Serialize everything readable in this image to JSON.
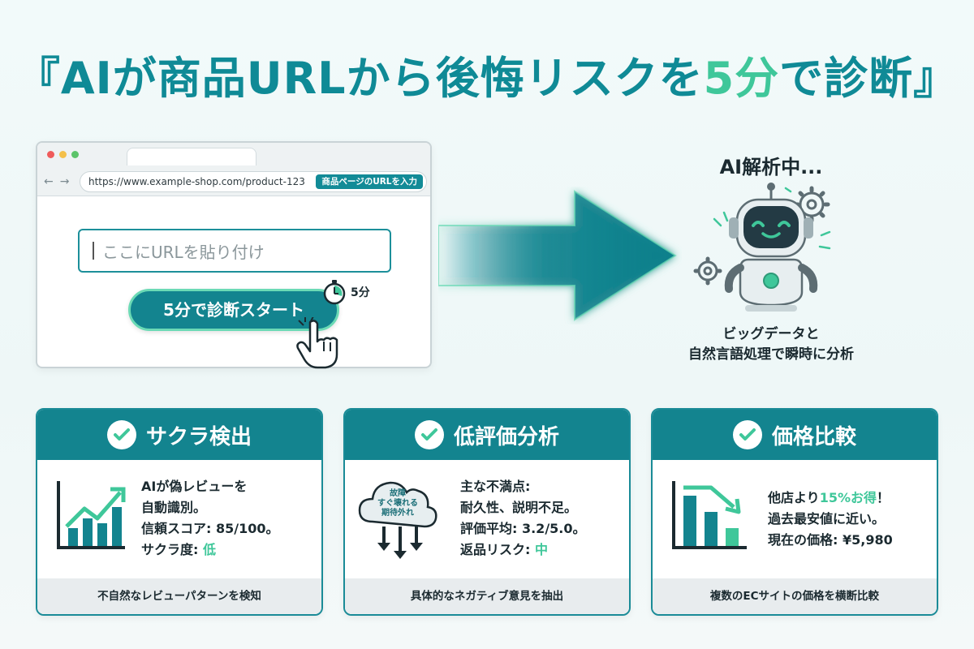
{
  "headline": {
    "prefix": "『AIが商品URLから後悔リスクを",
    "accent": "5分",
    "suffix": "で診断』"
  },
  "browser": {
    "url": "https://www.example-shop.com/product-123",
    "url_hint": "商品ページのURLを入力",
    "input_placeholder": "ここにURLを貼り付け",
    "start_button": "5分で診断スタート",
    "timer_label": "5分",
    "dot_colors": [
      "#ef5b5b",
      "#f4c04a",
      "#5cc46a"
    ]
  },
  "ai": {
    "title": "AI解析中...",
    "caption_line1": "ビッグデータと",
    "caption_line2": "自然言語処理で瞬時に分析"
  },
  "cards": [
    {
      "title": "サクラ検出",
      "lines": [
        "AIが偽レビューを",
        "自動識別。",
        "信頼スコア: 85/100。"
      ],
      "last_prefix": "サクラ度: ",
      "last_accent": "低",
      "footer": "不自然なレビューパターンを検知"
    },
    {
      "title": "低評価分析",
      "cloud_lines": [
        "故障",
        "すぐ壊れる",
        "期待外れ"
      ],
      "lines": [
        "主な不満点:",
        "耐久性、説明不足。",
        "評価平均: 3.2/5.0。"
      ],
      "last_prefix": "返品リスク: ",
      "last_accent": "中",
      "footer": "具体的なネガティブ意見を抽出"
    },
    {
      "title": "価格比較",
      "first_prefix": "他店より",
      "first_accent": "15%お得",
      "first_suffix": "！",
      "lines": [
        "過去最安値に近い。",
        "現在の価格: ¥5,980"
      ],
      "footer": "複数のECサイトの価格を横断比較"
    }
  ],
  "colors": {
    "primary": "#13848f",
    "accent": "#3fc79a",
    "headline": "#0f8a96"
  }
}
